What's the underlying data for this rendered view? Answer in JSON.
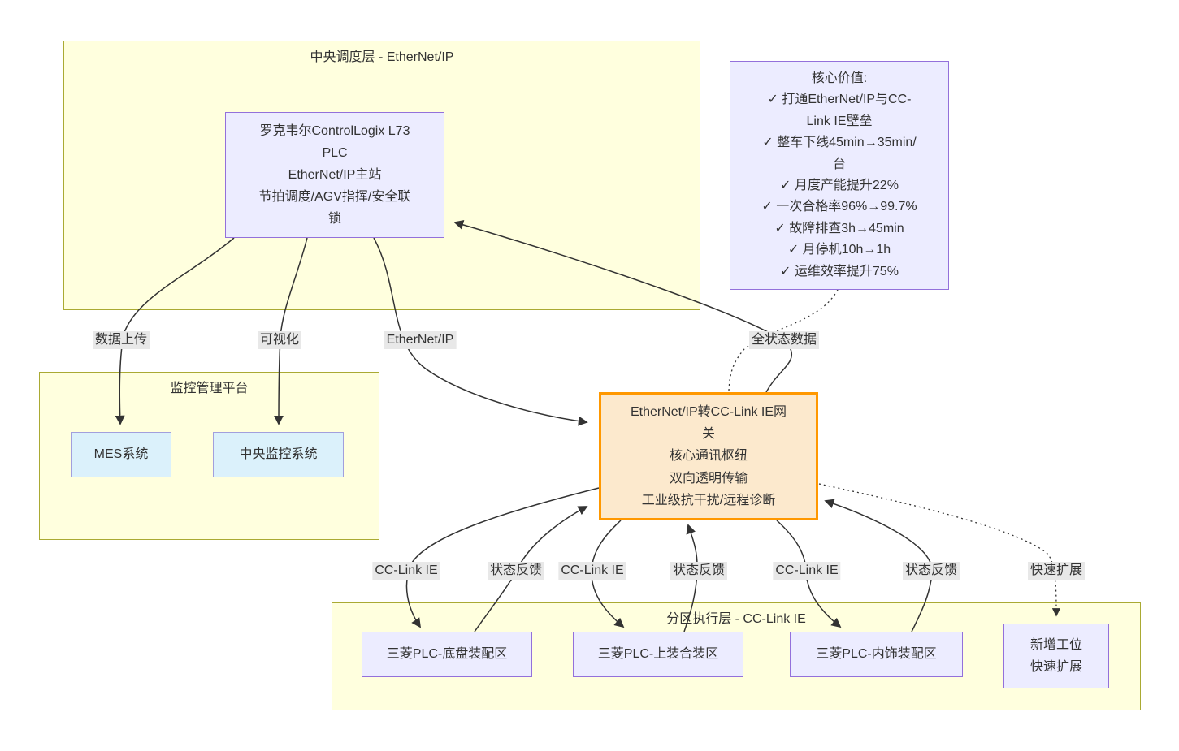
{
  "diagram": {
    "clusters": {
      "scheduling": {
        "title": "中央调度层 - EtherNet/IP"
      },
      "monitoring": {
        "title": "监控管理平台"
      },
      "execution": {
        "title": "分区执行层 - CC-Link IE"
      }
    },
    "nodes": {
      "rockwell_plc": {
        "text": "罗克韦尔ControlLogix L73\nPLC\nEtherNet/IP主站\n节拍调度/AGV指挥/安全联\n锁"
      },
      "core_value": {
        "text": "核心价值:\n✓ 打通EtherNet/IP与CC-\nLink IE壁垒\n✓ 整车下线45min→35min/\n台\n✓ 月度产能提升22%\n✓ 一次合格率96%→99.7%\n✓ 故障排查3h→45min\n✓ 月停机10h→1h\n✓ 运维效率提升75%"
      },
      "mes": {
        "text": "MES系统"
      },
      "central_monitor": {
        "text": "中央监控系统"
      },
      "gateway": {
        "text": "EtherNet/IP转CC-Link IE网\n关\n核心通讯枢纽\n双向透明传输\n工业级抗干扰/远程诊断"
      },
      "chassis": {
        "text": "三菱PLC-底盘装配区"
      },
      "body_assembly": {
        "text": "三菱PLC-上装合装区"
      },
      "interior": {
        "text": "三菱PLC-内饰装配区"
      },
      "expansion": {
        "text": "新增工位\n快速扩展"
      }
    },
    "edge_labels": {
      "data_upload": "数据上传",
      "visualization": "可视化",
      "ethernet_ip": "EtherNet/IP",
      "full_status_data": "全状态数据",
      "cclink_chassis": "CC-Link IE",
      "feedback_chassis": "状态反馈",
      "cclink_body": "CC-Link IE",
      "feedback_body": "状态反馈",
      "cclink_interior": "CC-Link IE",
      "feedback_interior": "状态反馈",
      "quick_expand": "快速扩展"
    },
    "colors": {
      "cluster_fill": "#ffffde",
      "cluster_border": "#aaaa33",
      "node_fill": "#ECECFF",
      "node_border": "#9370DB",
      "info_node_fill": "#dbf1fb",
      "gateway_fill": "#fce9cd",
      "gateway_border": "#ff9800",
      "edge_color": "#333333",
      "edge_label_bg": "#e8e8e8"
    }
  }
}
